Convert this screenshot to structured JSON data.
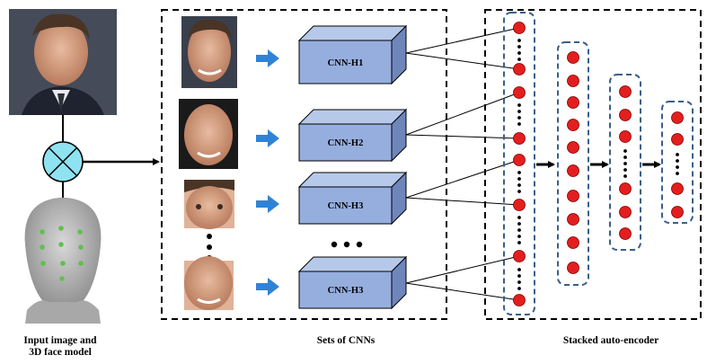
{
  "captions": {
    "input": "Input image and 3D face model",
    "cnns": "Sets of CNNs",
    "autoencoder": "Stacked auto-encoder"
  },
  "cnn_blocks": [
    {
      "label": "CNN-H1"
    },
    {
      "label": "CNN-H2"
    },
    {
      "label": "CNN-H3"
    },
    {
      "label": "CNN-H3"
    }
  ],
  "colors": {
    "cnn_front": "#96aede",
    "cnn_side": "#6f86bd",
    "cnn_top": "#b7c9ea",
    "blue_arrow": "#2f83d4",
    "node_red": "#e41e1e",
    "fusion_teal": "#8fe3f0",
    "dashed_blue": "#3a5f8a",
    "skin": "#d9a587",
    "mesh_gray": "#b7b7b7",
    "landmark_green": "#5ec14a"
  },
  "icons": {
    "fusion": "circle-cross-icon",
    "arrow": "right-arrow-icon"
  }
}
